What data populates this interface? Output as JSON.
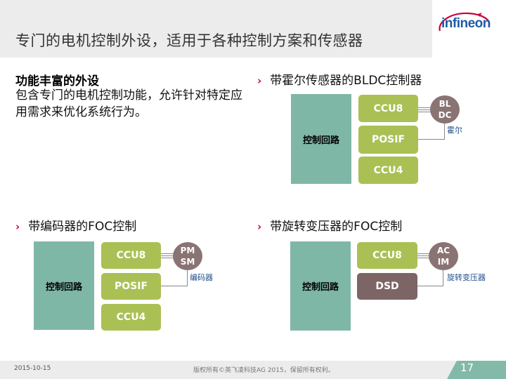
{
  "header": {
    "title": "专门的电机控制外设，适用于各种控制方案和传感器",
    "logo_text": "infineon"
  },
  "feature": {
    "title": "功能丰富的外设",
    "body": "包含专门的电机控制功能，允许针对特定应用需求来优化系统行为。"
  },
  "sections": {
    "bldc": {
      "heading": "带霍尔传感器的BLDC控制器",
      "control": "控制回路",
      "blocks": [
        "CCU8",
        "POSIF",
        "CCU4"
      ],
      "motor": [
        "BL",
        "DC"
      ],
      "sensor": "霍尔"
    },
    "foc_encoder": {
      "heading": "带编码器的FOC控制",
      "control": "控制回路",
      "blocks": [
        "CCU8",
        "POSIF",
        "CCU4"
      ],
      "motor": [
        "PM",
        "SM"
      ],
      "sensor": "编码器"
    },
    "foc_resolver": {
      "heading": "带旋转变压器的FOC控制",
      "control": "控制回路",
      "blocks": [
        "CCU8",
        "DSD"
      ],
      "motor": [
        "AC",
        "IM"
      ],
      "sensor": "旋转变压器"
    }
  },
  "footer": {
    "date": "2015-10-15",
    "copyright": "版权所有©英飞凌科技AG 2015，保留所有权利。",
    "page": "17"
  },
  "colors": {
    "accent": "#c7003a",
    "control_block": "#7fb7a7",
    "peripheral_block": "#aac054",
    "motor_circle": "#8a7373",
    "dsd_block": "#7d6565",
    "brand": "#1f5aa6"
  }
}
